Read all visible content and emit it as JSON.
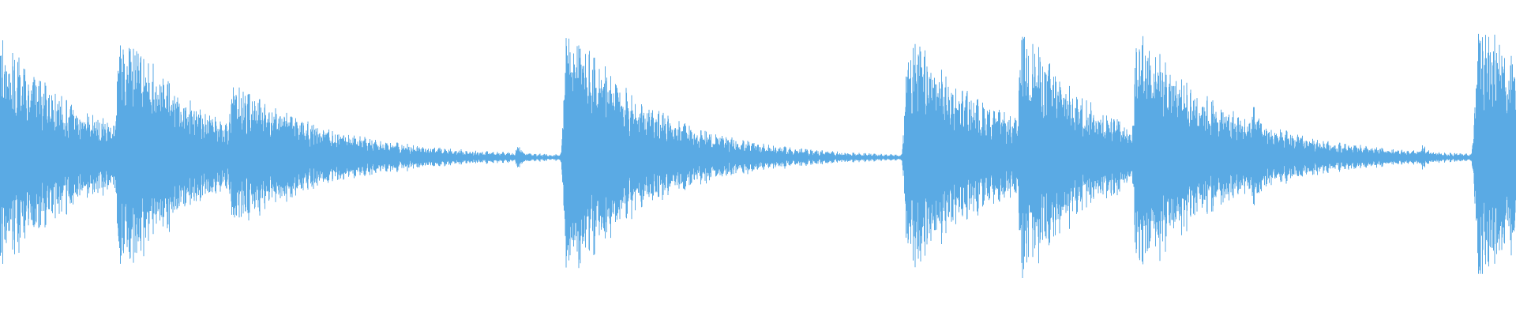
{
  "waveform": {
    "color": "#5aaae4",
    "transients": [
      {
        "t": 0.0,
        "peak": 0.8,
        "decay": 0.055
      },
      {
        "t": 0.078,
        "peak": 1.0,
        "decay": 0.045
      },
      {
        "t": 0.152,
        "peak": 0.52,
        "decay": 0.06
      },
      {
        "t": 0.341,
        "peak": 0.09,
        "decay": 0.006
      },
      {
        "t": 0.373,
        "peak": 0.95,
        "decay": 0.05
      },
      {
        "t": 0.598,
        "peak": 0.85,
        "decay": 0.055
      },
      {
        "t": 0.673,
        "peak": 0.9,
        "decay": 0.048
      },
      {
        "t": 0.749,
        "peak": 0.9,
        "decay": 0.055
      },
      {
        "t": 0.826,
        "peak": 0.38,
        "decay": 0.012
      },
      {
        "t": 0.938,
        "peak": 0.1,
        "decay": 0.006
      },
      {
        "t": 0.974,
        "peak": 0.98,
        "decay": 0.06
      }
    ]
  }
}
